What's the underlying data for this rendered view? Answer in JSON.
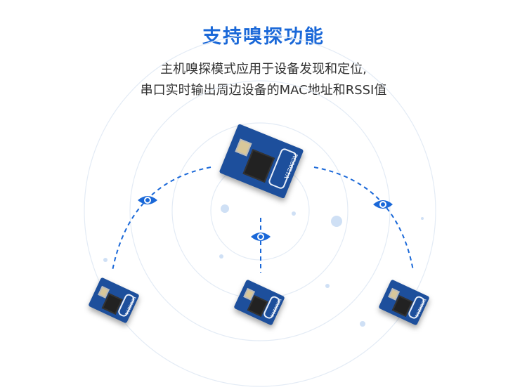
{
  "title": "支持嗅探功能",
  "subtitle_line1": "主机嗅探模式应用于设备发现和定位,",
  "subtitle_line2": "串口实时输出周边设备的MAC地址和RSSI值",
  "module_label": "RC6621A",
  "accent": "#1a68d8"
}
